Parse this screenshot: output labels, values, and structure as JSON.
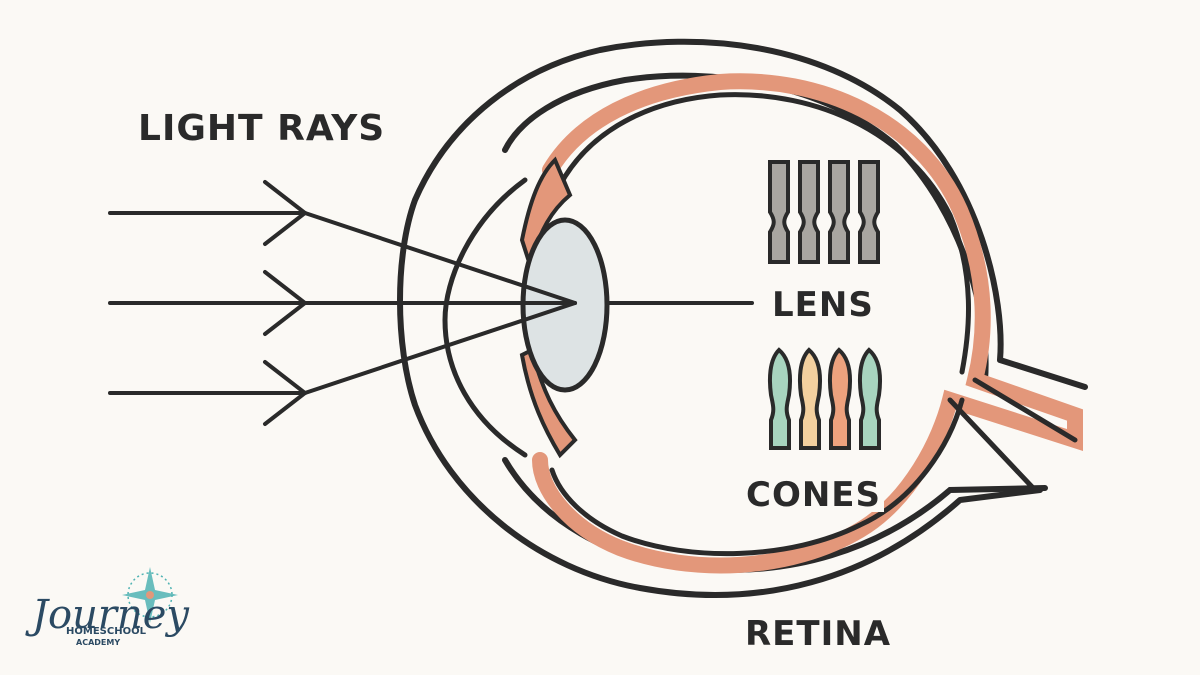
{
  "labels": {
    "light_rays": "LIGHT RAYS",
    "lens": "LENS",
    "cones": "CONES",
    "retina": "RETINA"
  },
  "logo": {
    "name": "Journey",
    "line1": "HOMESCHOOL",
    "line2": "ACADEMY"
  },
  "colors": {
    "background": "#fbf9f5",
    "outline": "#2a2a2a",
    "retina": "#e3977a",
    "lens": "#dde3e4",
    "rods": "#a9a6a1",
    "cone_green": "#a8d4bf",
    "cone_yellow": "#f3d09f",
    "cone_orange": "#eda27e",
    "logo_teal": "#4fb3b3"
  }
}
